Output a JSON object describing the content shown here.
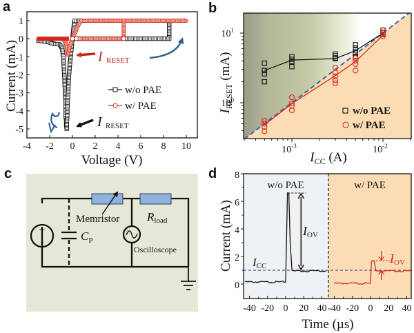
{
  "figure": {
    "panels": [
      "a",
      "b",
      "c",
      "d"
    ]
  },
  "colors": {
    "black_series": "#111111",
    "red_series": "#d42a1e",
    "red_marker_fill": "#f4b9a8",
    "blue_accent": "#2f5e8e",
    "dashed_diag": "#3b62a6",
    "panel_b_orange": "#fbdcb4",
    "panel_b_olive": "#b9bd97",
    "panel_c_bg": "#e6e8d7",
    "resistor_fill": "#8fb2dc",
    "panel_d_left_bg": "#eef2f5",
    "panel_d_right_bg": "#fbdcb4",
    "icc_line": "#6a6aa0"
  },
  "chart_data": [
    {
      "panel": "a",
      "type": "scatter",
      "title": "",
      "xlabel": "Voltage (V)",
      "ylabel": "Current (mA)",
      "xlim": [
        -4,
        11
      ],
      "ylim": [
        -5.5,
        1.5
      ],
      "xticks": [
        "-4",
        "-2",
        "0",
        "2",
        "4",
        "6",
        "8",
        "10"
      ],
      "xtick_values": [
        -4,
        -2,
        0,
        2,
        4,
        6,
        8,
        10
      ],
      "yticks": [
        "1",
        "0",
        "-1",
        "-2",
        "-3",
        "-4",
        "-5"
      ],
      "ytick_values": [
        1,
        0,
        -1,
        -2,
        -3,
        -4,
        -5
      ],
      "legend": {
        "position": "center-right",
        "entries": [
          "w/o PAE",
          "w/ PAE"
        ]
      },
      "annotations": [
        {
          "text": "I",
          "sub": "RESET",
          "color": "red",
          "points_to": [
            -0.3,
            -0.9
          ]
        },
        {
          "text": "I",
          "sub": "RESET",
          "color": "black",
          "points_to": [
            -0.5,
            -5.0
          ]
        }
      ],
      "series": [
        {
          "name": "w/o PAE",
          "marker": "square",
          "x": [
            -3.0,
            -2.5,
            -2.0,
            -1.8,
            -1.5,
            -1.2,
            -1.0,
            -0.9,
            -0.8,
            -0.75,
            -0.7,
            -0.65,
            -0.6,
            -0.6,
            -0.55,
            -0.55,
            -0.5,
            -0.5,
            -0.45,
            -0.45,
            -0.4,
            -0.35,
            -0.3,
            -0.25,
            -0.2,
            -0.15,
            -0.1,
            -0.05,
            0.0,
            0.05,
            0.1,
            0.2,
            0.5,
            1.0,
            2.0,
            4.0,
            6.0,
            8.0,
            8.5,
            8.5,
            8.0,
            6.0,
            4.0,
            2.0,
            1.0,
            0.5,
            0.2
          ],
          "y": [
            -0.1,
            -0.15,
            -0.2,
            -0.25,
            -0.3,
            -0.3,
            -0.4,
            -0.55,
            -1.0,
            -1.6,
            -2.2,
            -3.0,
            -3.4,
            -4.3,
            -4.5,
            -4.8,
            -5.0,
            -4.7,
            -4.2,
            -3.8,
            -3.2,
            -2.6,
            -2.0,
            -1.6,
            -1.2,
            -0.9,
            -0.6,
            -0.3,
            0.0,
            0.3,
            0.6,
            1.0,
            1.0,
            1.0,
            1.0,
            1.0,
            1.0,
            1.0,
            1.0,
            0.0,
            0.0,
            0.0,
            0.0,
            0.0,
            0.0,
            0.0,
            0.0
          ]
        },
        {
          "name": "w/ PAE",
          "marker": "circle",
          "x": [
            -3.0,
            -2.5,
            -2.0,
            -1.5,
            -1.0,
            -0.8,
            -0.6,
            -0.5,
            -0.4,
            -0.3,
            -0.2,
            -0.1,
            0.0,
            0.2,
            0.4,
            0.6,
            0.8,
            1.0,
            2.0,
            4.0,
            6.0,
            8.0,
            10.0,
            4.5,
            4.5,
            3.0,
            2.0,
            1.0,
            0.5
          ],
          "y": [
            0.0,
            0.0,
            0.0,
            0.0,
            0.0,
            -0.05,
            -0.2,
            -0.5,
            -0.9,
            -0.6,
            -0.35,
            -0.15,
            0.0,
            0.3,
            0.6,
            0.85,
            1.0,
            1.0,
            1.0,
            1.0,
            1.0,
            1.0,
            1.0,
            1.0,
            0.0,
            0.0,
            0.0,
            0.0,
            0.0
          ]
        }
      ]
    },
    {
      "panel": "b",
      "type": "scatter",
      "scale": "log-log",
      "title": "",
      "xlabel": "I_CC (A)",
      "xlabel_main": "I",
      "xlabel_sub": "CC",
      "xlabel_unit": " (A)",
      "ylabel": "I_RESET (mA)",
      "ylabel_main": "I",
      "ylabel_sub": "RESET",
      "ylabel_unit": " (mA)",
      "xlim": [
        0.0003,
        0.02
      ],
      "ylim": [
        0.3,
        20
      ],
      "xticks": [
        {
          "base": "10",
          "exp": "-3",
          "value": 0.001
        },
        {
          "base": "10",
          "exp": "-2",
          "value": 0.01
        }
      ],
      "yticks": [
        {
          "base": "10",
          "exp": "1",
          "value": 10
        },
        {
          "base": "10",
          "exp": "0",
          "value": 1
        }
      ],
      "legend": {
        "position": "bottom-right",
        "entries": [
          "w/o PAE",
          "w/ PAE"
        ]
      },
      "reference_line": "y = x (I_RESET = I_CC), dashed blue",
      "series": [
        {
          "name": "w/o PAE",
          "marker": "square",
          "points_x": [
            0.0005,
            0.0005,
            0.0005,
            0.0005,
            0.001,
            0.001,
            0.001,
            0.001,
            0.003,
            0.003,
            0.003,
            0.003,
            0.005,
            0.005,
            0.005,
            0.005,
            0.005,
            0.01,
            0.01,
            0.01
          ],
          "points_y": [
            3.7,
            2.9,
            2.6,
            2.0,
            4.6,
            4.2,
            3.9,
            3.3,
            5.0,
            4.7,
            4.4,
            4.3,
            6.8,
            6.2,
            5.7,
            5.2,
            4.6,
            11.0,
            10.2,
            9.6
          ],
          "mean_x": [
            0.0005,
            0.001,
            0.003,
            0.005,
            0.01
          ],
          "mean_y": [
            2.9,
            4.1,
            4.3,
            5.6,
            10.0
          ]
        },
        {
          "name": "w/ PAE",
          "marker": "circle",
          "points_x": [
            0.0005,
            0.0005,
            0.0005,
            0.0005,
            0.001,
            0.001,
            0.001,
            0.001,
            0.003,
            0.003,
            0.003,
            0.003,
            0.003,
            0.005,
            0.005,
            0.005,
            0.005,
            0.01,
            0.01,
            0.01
          ],
          "points_y": [
            0.55,
            0.5,
            0.45,
            0.39,
            1.2,
            0.98,
            0.9,
            0.78,
            3.2,
            2.7,
            2.4,
            2.1,
            1.9,
            4.4,
            4.0,
            3.6,
            2.9,
            11.0,
            10.0,
            9.0
          ],
          "mean_x": [
            0.0005,
            0.001,
            0.003,
            0.005,
            0.01
          ],
          "mean_y": [
            0.48,
            0.97,
            2.45,
            3.9,
            9.3
          ]
        }
      ]
    },
    {
      "panel": "d",
      "type": "line",
      "title": "",
      "xlabel": "Time (µs)",
      "ylabel": "Current (mA)",
      "ylim": [
        -1,
        8
      ],
      "yticks": [
        "0",
        "2",
        "4",
        "6",
        "8"
      ],
      "ytick_values": [
        0,
        2,
        4,
        6,
        8
      ],
      "xticks_left": [
        "-40",
        "-20",
        "0",
        "20",
        "40"
      ],
      "xticks_right": [
        "-40",
        "-20",
        "0",
        "20",
        "40"
      ],
      "xtick_values": [
        -40,
        -20,
        0,
        20,
        40
      ],
      "xlim_each": [
        -45,
        45
      ],
      "reference_level_icc": 1.0,
      "annotations": [
        {
          "text": "w/o PAE",
          "region": "left"
        },
        {
          "text": "w/ PAE",
          "region": "right"
        },
        {
          "text": "I",
          "sub": "CC",
          "region": "left"
        },
        {
          "text": "I",
          "sub": "OV",
          "region": "left",
          "from": 1.0,
          "to": 6.6
        },
        {
          "text": "I",
          "sub": "OV",
          "region": "right",
          "from": 1.0,
          "to": 1.7
        }
      ],
      "series": [
        {
          "name": "w/o PAE",
          "x": [
            -45,
            -0.5,
            0,
            2,
            3.5,
            5,
            7,
            10,
            20,
            30,
            45
          ],
          "y": [
            0.15,
            0.15,
            0.15,
            6.6,
            6.6,
            3.0,
            1.0,
            0.95,
            0.95,
            0.95,
            0.95
          ]
        },
        {
          "name": "w/ PAE",
          "x": [
            -40,
            -0.5,
            0,
            1,
            4,
            6,
            10,
            20,
            30,
            45
          ],
          "y": [
            0.05,
            0.05,
            0.05,
            1.65,
            1.7,
            0.95,
            0.95,
            0.95,
            0.95,
            0.95
          ]
        }
      ]
    }
  ],
  "circuit": {
    "labels": {
      "memristor": "Memristor",
      "rload_main": "R",
      "rload_sub": "load",
      "cp_main": "C",
      "cp_sub": "P",
      "oscilloscope": "Oscilloscope",
      "plus": "+",
      "minus": "-"
    }
  }
}
